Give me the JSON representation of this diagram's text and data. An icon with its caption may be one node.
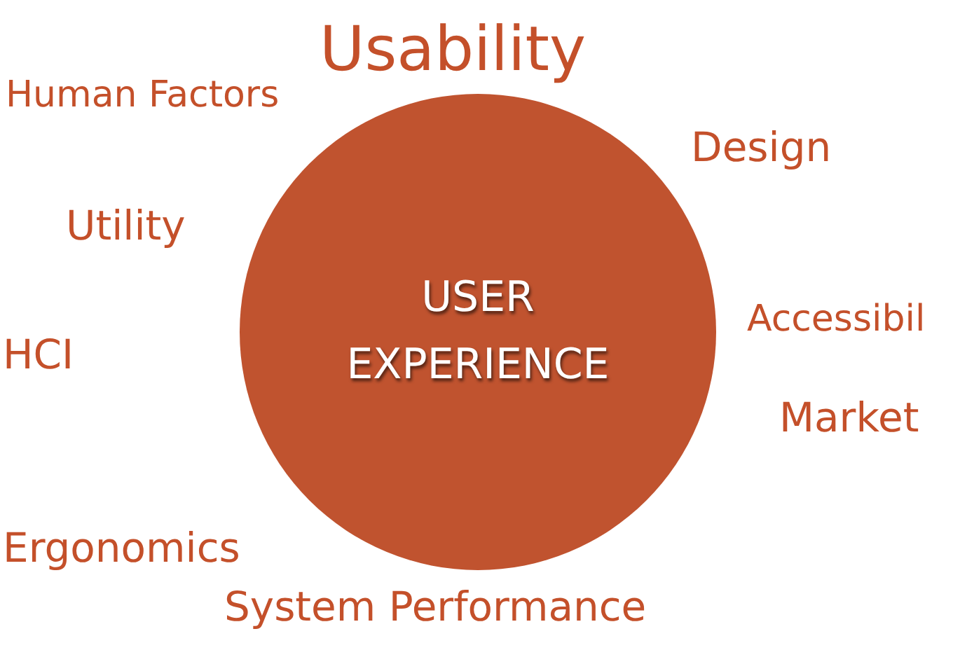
{
  "diagram": {
    "nodes": [
      {
        "text": [
          "USER EXPERIENCE"
        ]
      }
    ],
    "labels": [
      "Usability",
      "Human Factors",
      "Design",
      "Utility",
      "Accessibil",
      "HCI",
      "Market",
      "Ergonomics",
      "System Performance"
    ]
  }
}
